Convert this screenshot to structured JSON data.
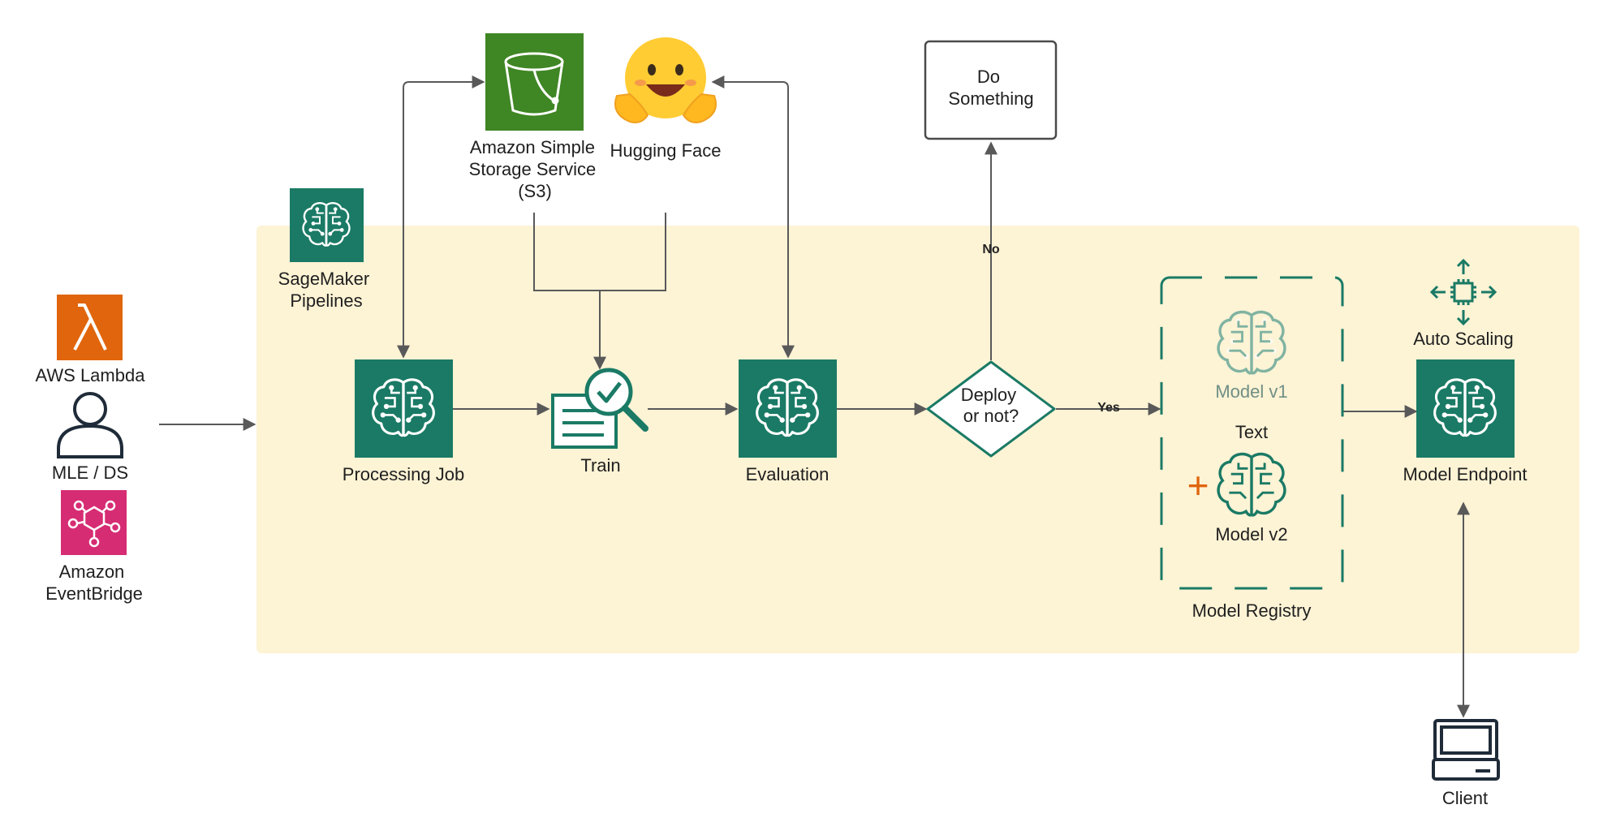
{
  "colors": {
    "sagemaker_green": "#1a7a65",
    "s3_green": "#3f8624",
    "lambda_orange": "#e0650c",
    "eventbridge_pink": "#d62c73",
    "pipeline_bg": "#fdf3d5",
    "edge_gray": "#595959",
    "plus_orange": "#e0650c"
  },
  "nodes": {
    "s3": {
      "label_lines": [
        "Amazon Simple",
        "Storage Service",
        "(S3)"
      ],
      "icon": "bucket-icon"
    },
    "hugging_face": {
      "label": "Hugging Face",
      "icon": "hugging-face-emoji-icon"
    },
    "do_something": {
      "label_lines": [
        "Do",
        "Something"
      ]
    },
    "sagemaker_pipelines": {
      "label_lines": [
        "SageMaker",
        "Pipelines"
      ],
      "icon": "sagemaker-brain-icon"
    },
    "aws_lambda": {
      "label": "AWS Lambda",
      "icon": "lambda-icon"
    },
    "mle_ds": {
      "label": "MLE / DS",
      "icon": "user-icon"
    },
    "eventbridge": {
      "label_lines": [
        "Amazon",
        "EventBridge"
      ],
      "icon": "eventbridge-icon"
    },
    "processing_job": {
      "label": "Processing Job",
      "icon": "sagemaker-brain-icon"
    },
    "train": {
      "label": "Train",
      "icon": "train-magnifier-icon"
    },
    "evaluation": {
      "label": "Evaluation",
      "icon": "sagemaker-brain-icon"
    },
    "decision": {
      "label_lines": [
        "Deploy",
        "or not?"
      ]
    },
    "model_registry": {
      "label": "Model Registry",
      "text": "Text",
      "model_v1": "Model v1",
      "model_v2": "Model v2",
      "plus": "+"
    },
    "auto_scaling": {
      "label": "Auto Scaling",
      "icon": "auto-scaling-icon"
    },
    "model_endpoint": {
      "label": "Model Endpoint",
      "icon": "sagemaker-brain-icon"
    },
    "client": {
      "label": "Client",
      "icon": "client-computer-icon"
    }
  },
  "edges": {
    "no_label": "No",
    "yes_label": "Yes"
  }
}
